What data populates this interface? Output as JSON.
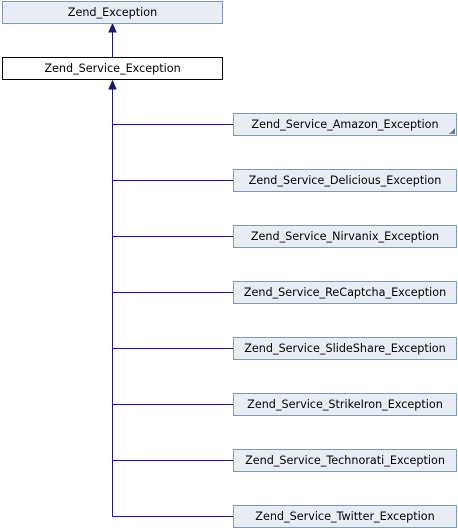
{
  "diagram": {
    "root": {
      "label": "Zend_Exception"
    },
    "current": {
      "label": "Zend_Service_Exception"
    },
    "children": [
      {
        "label": "Zend_Service_Amazon_Exception",
        "has_more": true
      },
      {
        "label": "Zend_Service_Delicious_Exception",
        "has_more": false
      },
      {
        "label": "Zend_Service_Nirvanix_Exception",
        "has_more": false
      },
      {
        "label": "Zend_Service_ReCaptcha_Exception",
        "has_more": false
      },
      {
        "label": "Zend_Service_SlideShare_Exception",
        "has_more": false
      },
      {
        "label": "Zend_Service_StrikeIron_Exception",
        "has_more": false
      },
      {
        "label": "Zend_Service_Technorati_Exception",
        "has_more": false
      },
      {
        "label": "Zend_Service_Twitter_Exception",
        "has_more": false
      }
    ],
    "colors": {
      "edge": "#191970",
      "node_fill": "#e8ecf4",
      "node_border": "#8496bd",
      "current_border": "#000000"
    }
  }
}
